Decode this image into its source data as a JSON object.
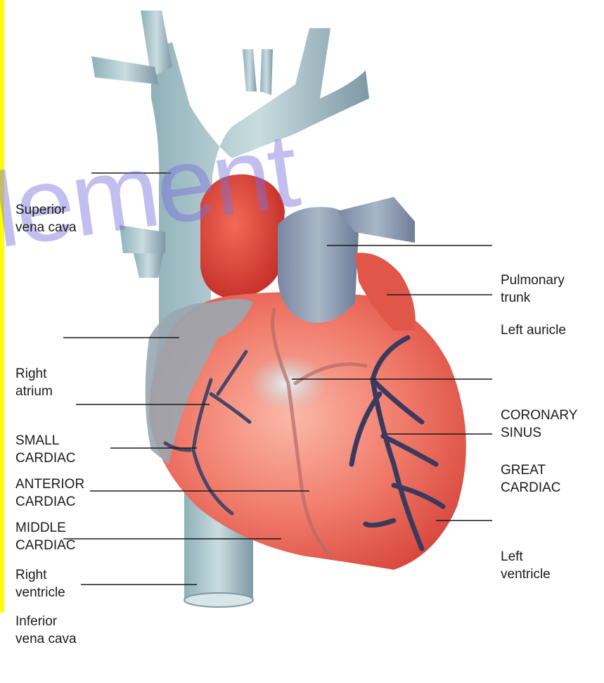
{
  "labels": {
    "superior_vena_cava": [
      "Superior",
      "vena cava"
    ],
    "right_atrium": [
      "Right",
      "atrium"
    ],
    "small_cardiac": [
      "SMALL",
      "CARDIAC"
    ],
    "anterior_cardiac": [
      "ANTERIOR",
      "CARDIAC"
    ],
    "middle_cardiac": [
      "MIDDLE",
      "CARDIAC"
    ],
    "right_ventricle": [
      "Right",
      "ventricle"
    ],
    "inferior_vena_cava": [
      "Inferior",
      "vena cava"
    ],
    "pulmonary_trunk": [
      "Pulmonary",
      "trunk"
    ],
    "left_auricle": [
      "Left auricle"
    ],
    "coronary_sinus": [
      "CORONARY",
      "SINUS"
    ],
    "great_cardiac": [
      "GREAT",
      "CARDIAC"
    ],
    "left_ventricle": [
      "Left",
      "ventricle"
    ]
  },
  "watermark": "lement",
  "colors": {
    "vessel_blue": "#a9c3c8",
    "heart_red": "#e8554a",
    "vein_dark": "#3b3a5e",
    "side_bar": "#ffff00"
  }
}
